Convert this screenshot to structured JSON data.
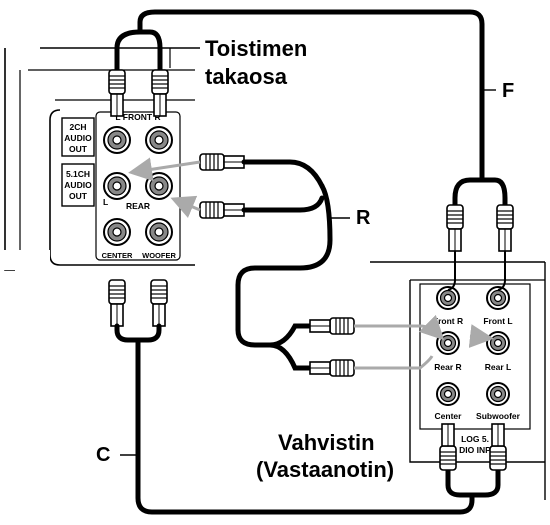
{
  "labels": {
    "player_rear_line1": "Toistimen",
    "player_rear_line2": "takaosa",
    "amp_line1": "Vahvistin",
    "amp_line2": "(Vastaanotin)",
    "cable_f": "F",
    "cable_r": "R",
    "cable_c": "C"
  },
  "player_panel": {
    "box_2ch": [
      "2CH",
      "AUDIO",
      "OUT"
    ],
    "box_51ch": [
      "5.1CH",
      "AUDIO",
      "OUT"
    ],
    "front_label": "L FRONT R",
    "rear_label": "REAR",
    "rear_l": "L",
    "center_label": "CENTER",
    "woofer_label": "WOOFER"
  },
  "amp_panel": {
    "front_r": "Front R",
    "front_l": "Front L",
    "rear_r": "Rear R",
    "rear_l": "Rear L",
    "center": "Center",
    "subwoofer": "Subwoofer",
    "analog_line1": "LOG 5.",
    "analog_line2": "DIO INP"
  }
}
